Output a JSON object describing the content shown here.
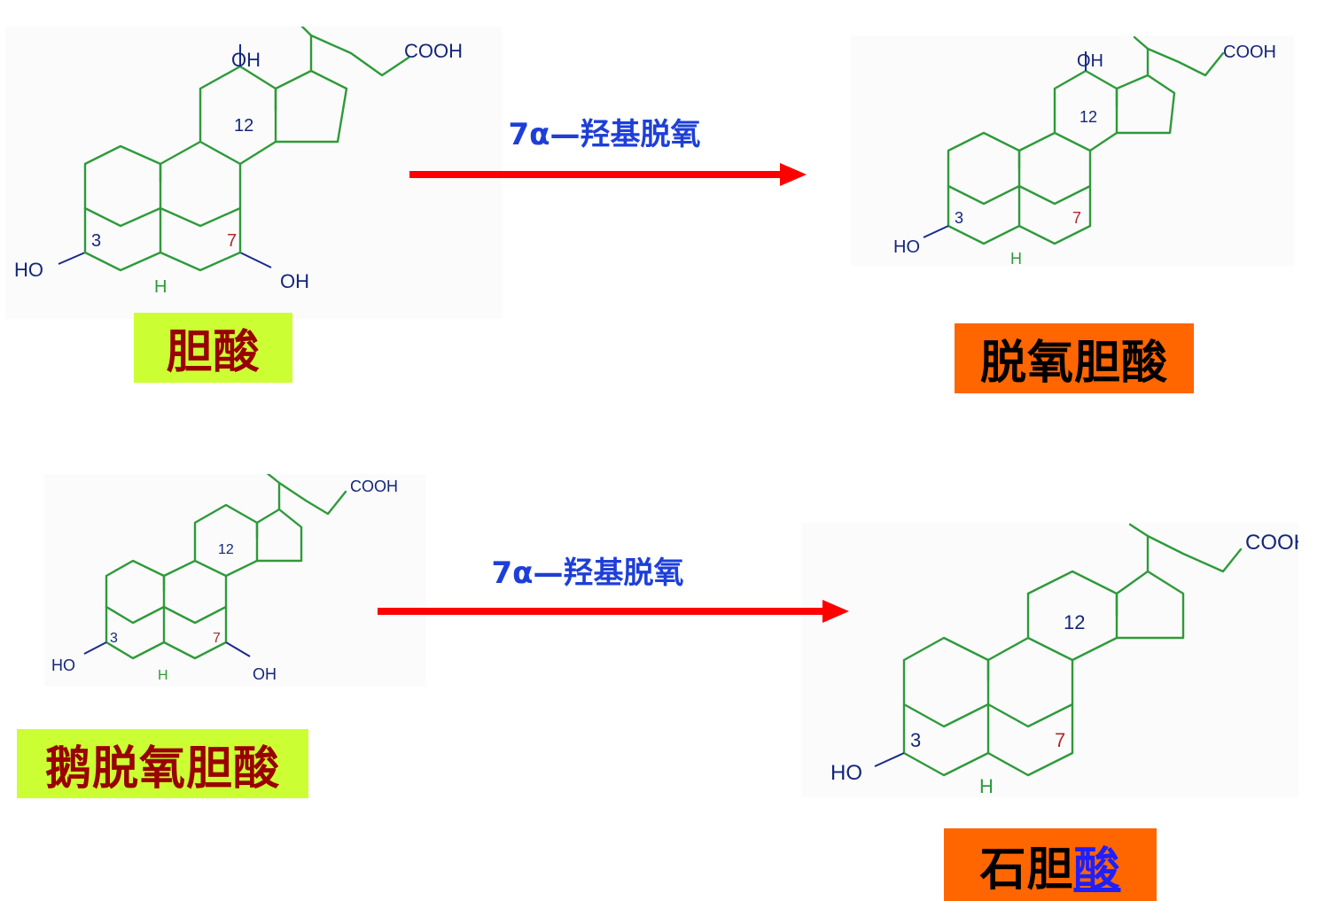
{
  "reactions": [
    {
      "label": "7α—羟基脱氧"
    },
    {
      "label": "7α—羟基脱氧"
    }
  ],
  "compounds": {
    "cholic_acid": {
      "name": "胆酸"
    },
    "deoxycholic_acid": {
      "name": "脱氧胆酸"
    },
    "chenodeoxycholic_acid": {
      "name": "鹅脱氧胆酸"
    },
    "lithocholic_acid": {
      "name_plain": "石胆",
      "name_link": "酸"
    }
  },
  "structure_labels": {
    "oh": "OH",
    "ho": "HO",
    "cooh": "COOH",
    "h": "H",
    "pos3": "3",
    "pos7": "7",
    "pos12": "12"
  },
  "colors": {
    "bond": "#2e9a3a",
    "arrow": "#ff0000",
    "reaction_text": "#1d3fd8",
    "name_bg_substrate": "#ccff33",
    "name_bg_product": "#ff6600",
    "name_text_substrate": "#990000"
  }
}
